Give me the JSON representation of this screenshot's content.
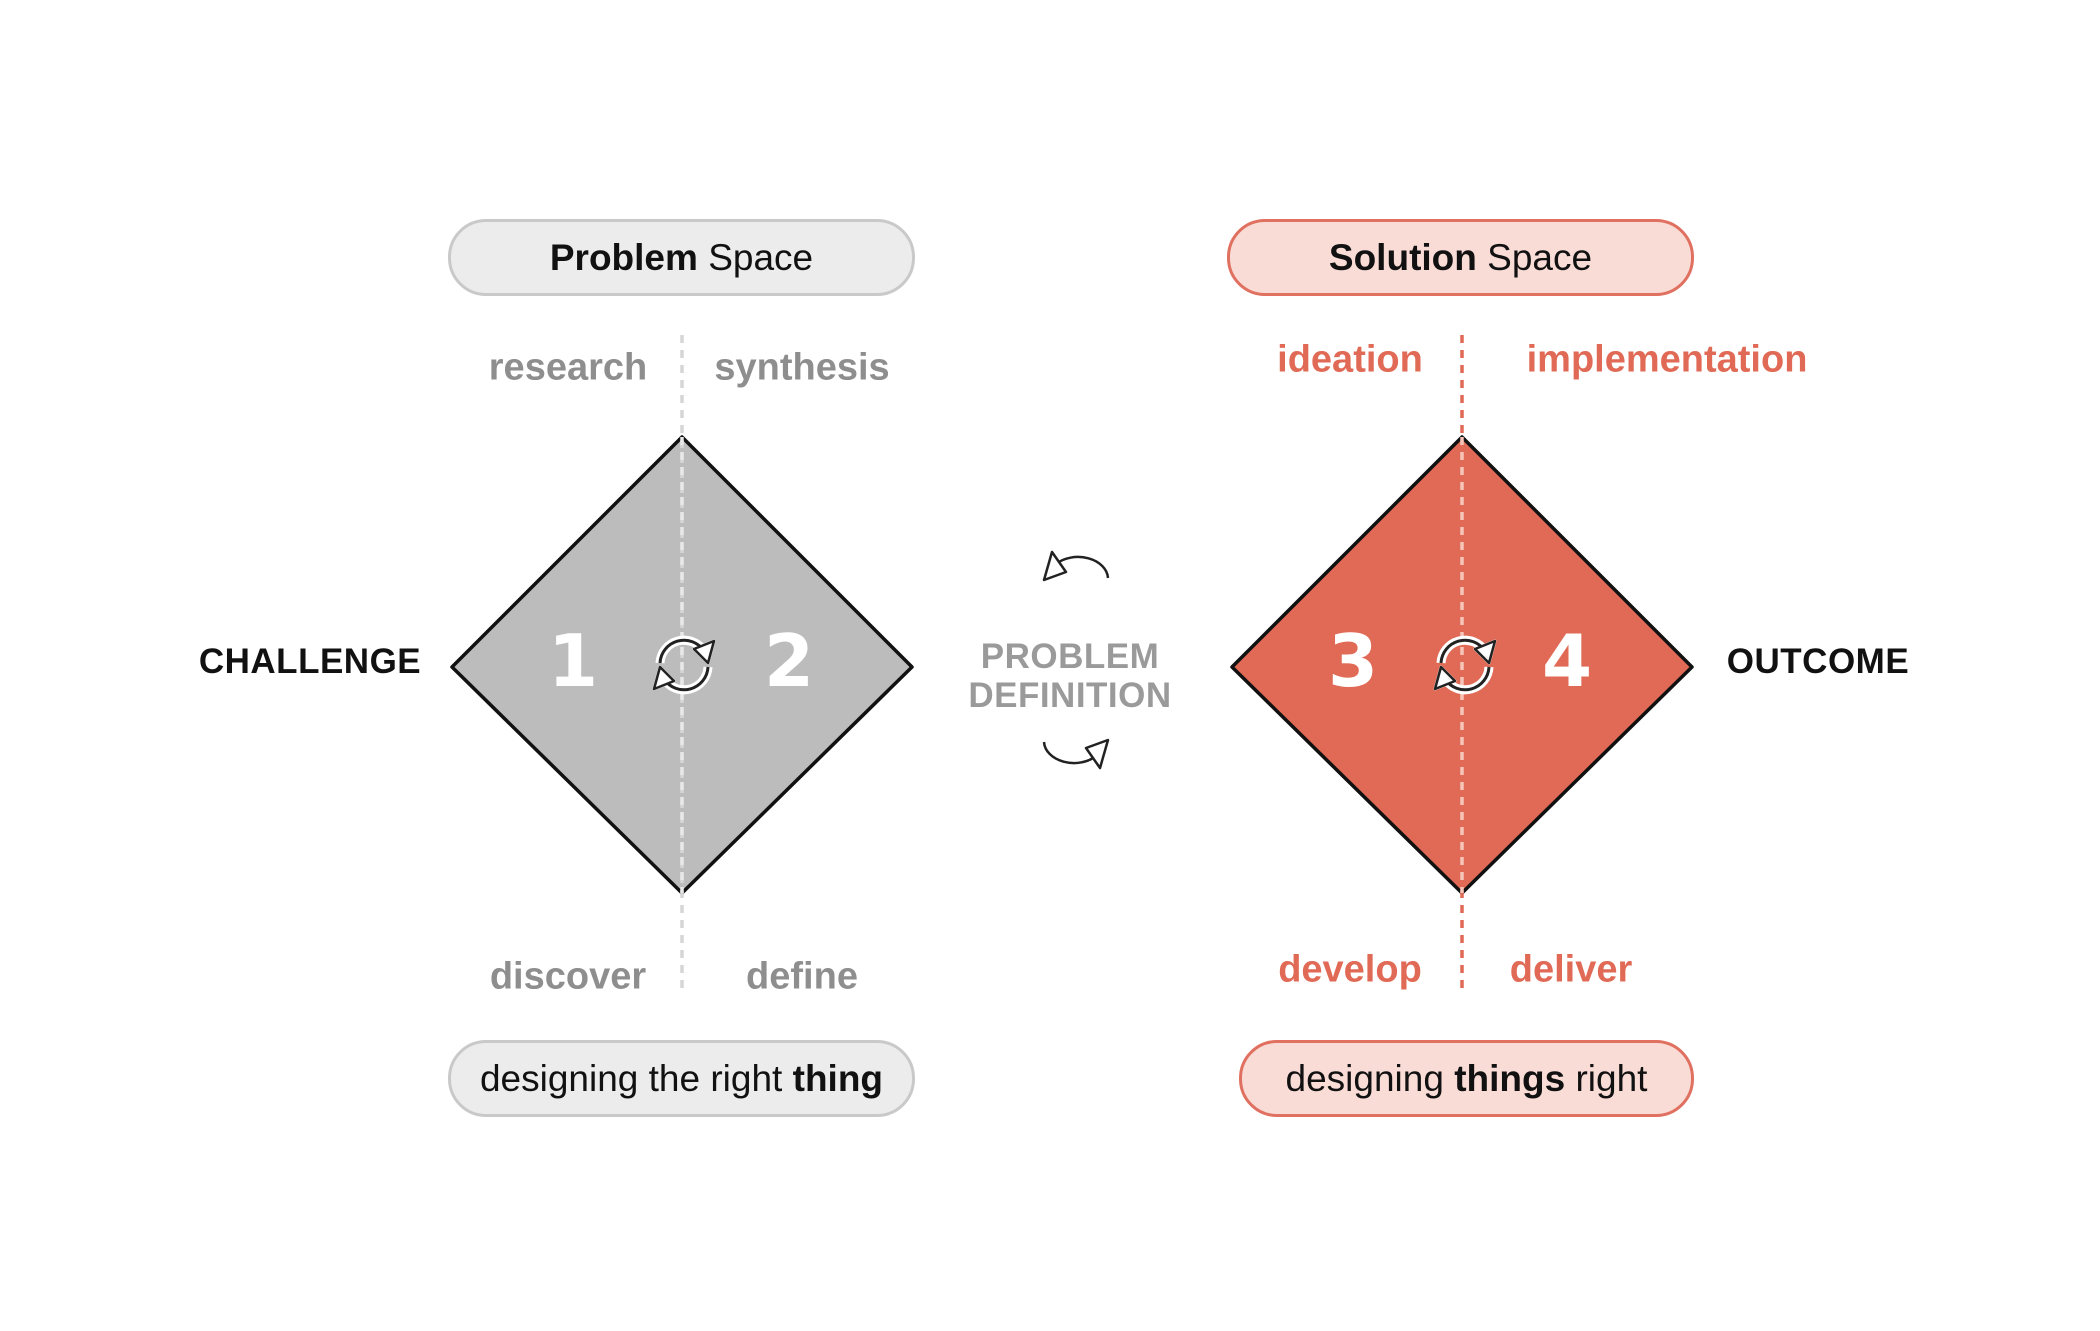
{
  "problem_space": {
    "pill": {
      "bold": "Problem",
      "rest": "Space"
    },
    "phase_top_left": "research",
    "phase_top_right": "synthesis",
    "phase_bottom_left": "discover",
    "phase_bottom_right": "define",
    "step_left": "1",
    "step_right": "2",
    "footer": {
      "before": "designing the right",
      "bold": "thing",
      "after": ""
    },
    "fill_color": "#bcbcbc",
    "text_color": "#8e8e8e"
  },
  "solution_space": {
    "pill": {
      "bold": "Solution",
      "rest": "Space"
    },
    "phase_top_left": "ideation",
    "phase_top_right": "implementation",
    "phase_bottom_left": "develop",
    "phase_bottom_right": "deliver",
    "step_left": "3",
    "step_right": "4",
    "footer": {
      "before": "designing",
      "bold": "things",
      "after": "right"
    },
    "fill_color": "#e06a55",
    "text_color": "#e06a55"
  },
  "left_label": "CHALLENGE",
  "right_label": "OUTCOME",
  "center_label": {
    "line1": "PROBLEM",
    "line2": "DEFINITION"
  },
  "icons": {
    "cycle": "refresh-cycle-icon",
    "arrow_top": "curved-arrow-left-icon",
    "arrow_bottom": "curved-arrow-right-icon"
  }
}
